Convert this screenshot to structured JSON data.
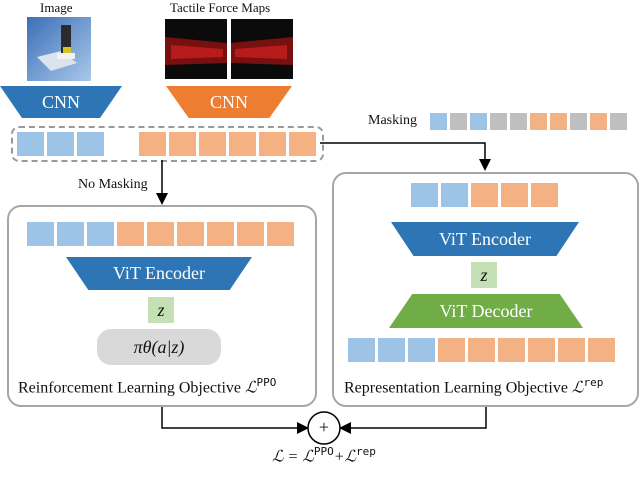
{
  "inputs": {
    "image_label": "Image",
    "tactile_label": "Tactile Force Maps",
    "cnn_left": "CNN",
    "cnn_right": "CNN"
  },
  "flow": {
    "masking_label": "Masking",
    "no_masking_label": "No Masking"
  },
  "rl_panel": {
    "encoder": "ViT Encoder",
    "latent": "z",
    "policy": "πθ(a|z)",
    "objective_text": "Reinforcement Learning Objective",
    "objective_symbol": "ℒ",
    "objective_sup": "PPO"
  },
  "rep_panel": {
    "encoder": "ViT Encoder",
    "latent": "z",
    "decoder": "ViT Decoder",
    "objective_text": "Representation Learning Objective",
    "objective_symbol": "ℒ",
    "objective_sup": "rep"
  },
  "combine": {
    "plus": "+",
    "loss_lhs": "ℒ = ℒ",
    "loss_sup1": "PPO",
    "loss_plus": "+ℒ",
    "loss_sup2": "rep"
  },
  "colors": {
    "image_token": "#9dc3e6",
    "tactile_token": "#f4b183",
    "masked_token": "#bfbfbf",
    "encoder": "#2e75b6",
    "decoder": "#70ad47",
    "latent": "#c5e0b4"
  }
}
